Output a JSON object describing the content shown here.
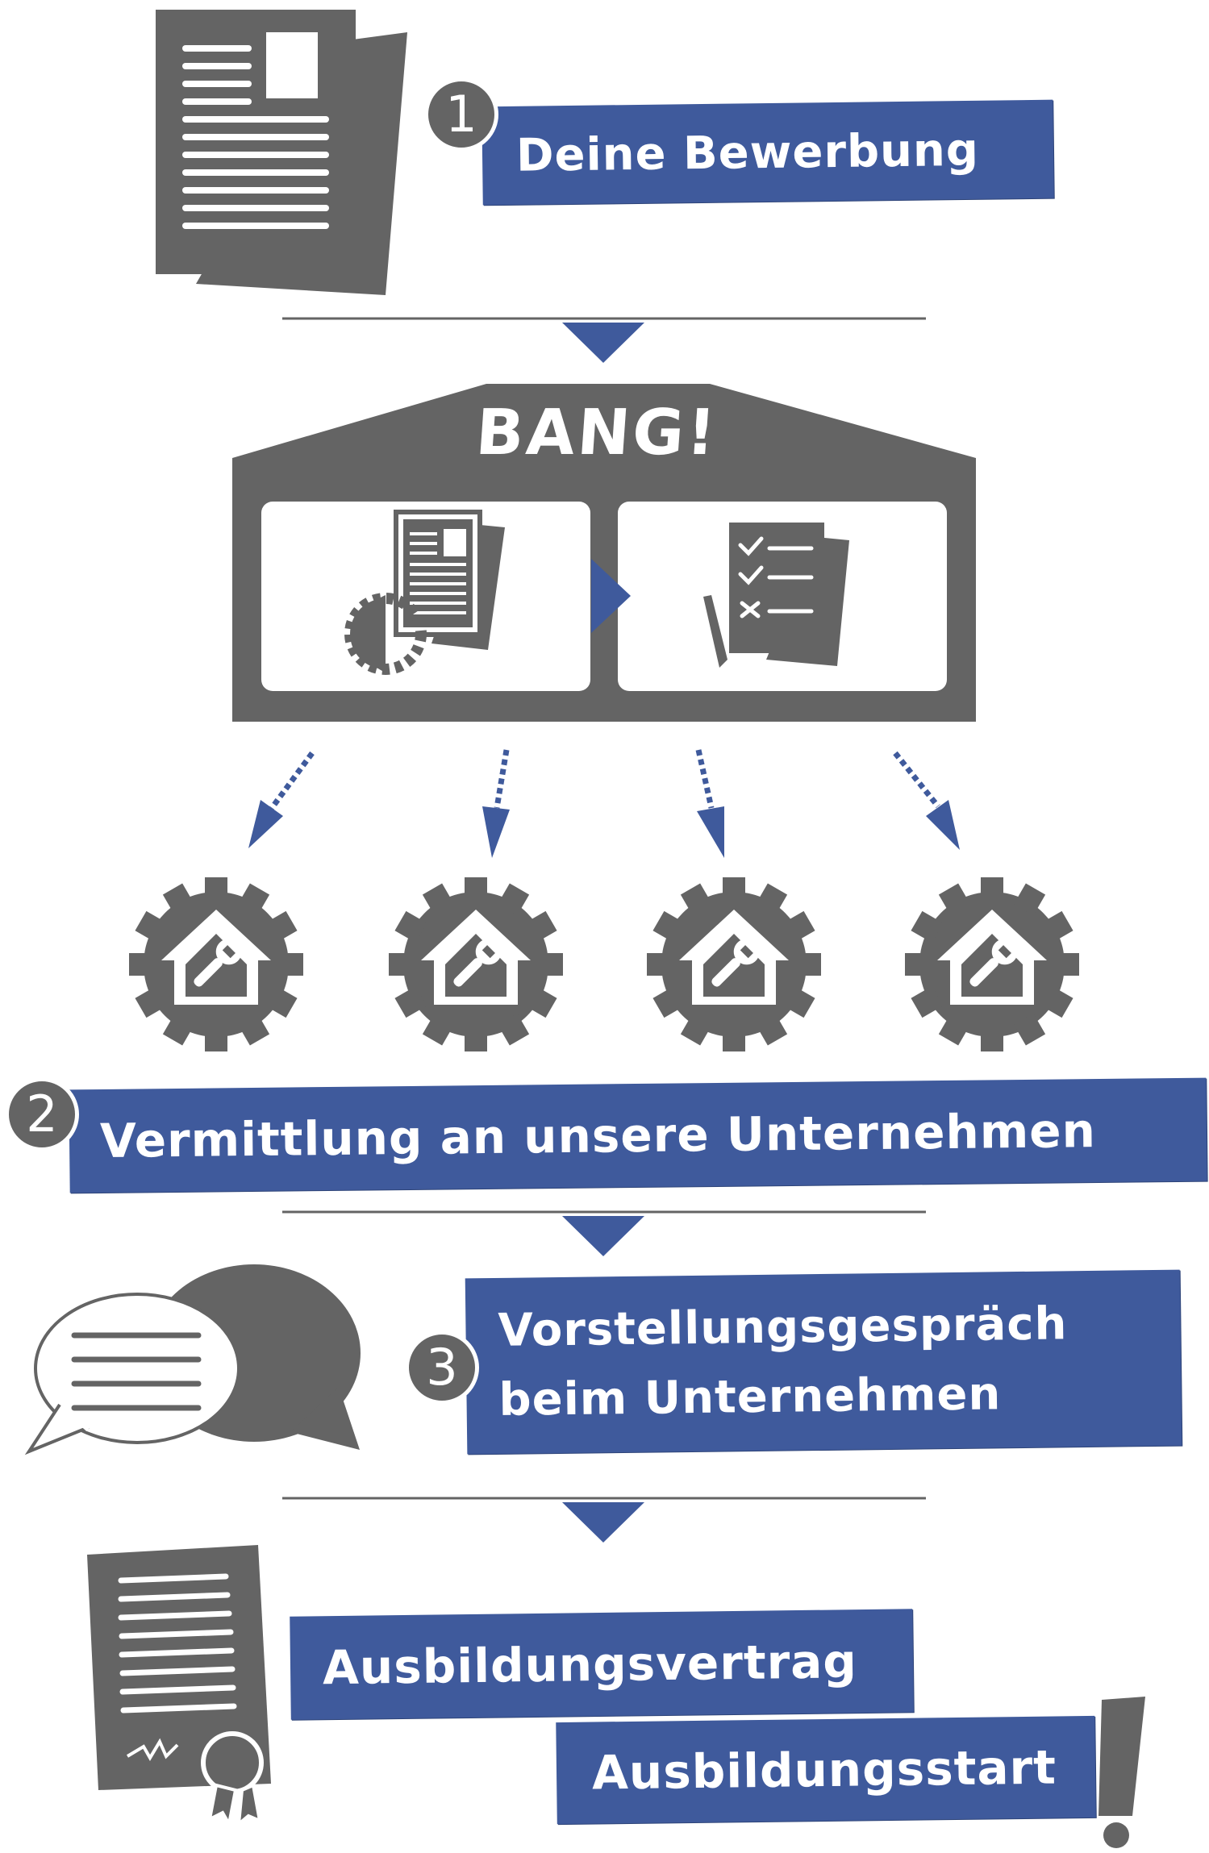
{
  "colors": {
    "accent": "#3f5a9c",
    "icon": "#646464",
    "background": "#ffffff"
  },
  "steps": [
    {
      "number": "1",
      "label": "Deine Bewerbung"
    },
    {
      "number": "2",
      "label": "Vermittlung an unsere Unternehmen"
    },
    {
      "number": "3",
      "line1": "Vorstellungsgespräch",
      "line2": "beim Unternehmen"
    }
  ],
  "agency": {
    "name": "BANG!"
  },
  "final": {
    "contract": "Ausbildungsvertrag",
    "start": "Ausbildungsstart"
  },
  "icons": [
    "document-stack-icon",
    "agency-building-icon",
    "document-gear-icon",
    "checklist-icon",
    "company-gear-house-icon",
    "chat-bubbles-icon",
    "certificate-icon",
    "exclamation-icon"
  ]
}
